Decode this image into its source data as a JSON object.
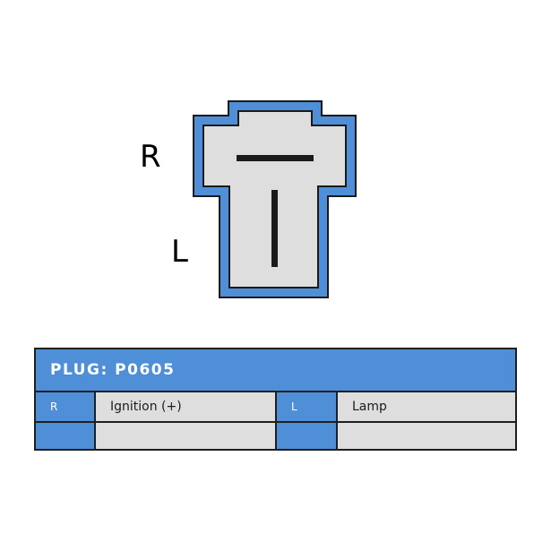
{
  "connector": {
    "pins": [
      {
        "label": "R"
      },
      {
        "label": "L"
      }
    ],
    "colors": {
      "outline": "#4f8fd8",
      "body": "#dedede",
      "stroke": "#1a1a1a"
    }
  },
  "table": {
    "header": "PLUG: P0605",
    "rows": [
      {
        "pin1": "R",
        "desc1": "Ignition (+)",
        "pin2": "L",
        "desc2": "Lamp"
      },
      {
        "pin1": "",
        "desc1": "",
        "pin2": "",
        "desc2": ""
      }
    ],
    "colors": {
      "header": "#4f8fd8",
      "cell": "#dedede"
    }
  }
}
